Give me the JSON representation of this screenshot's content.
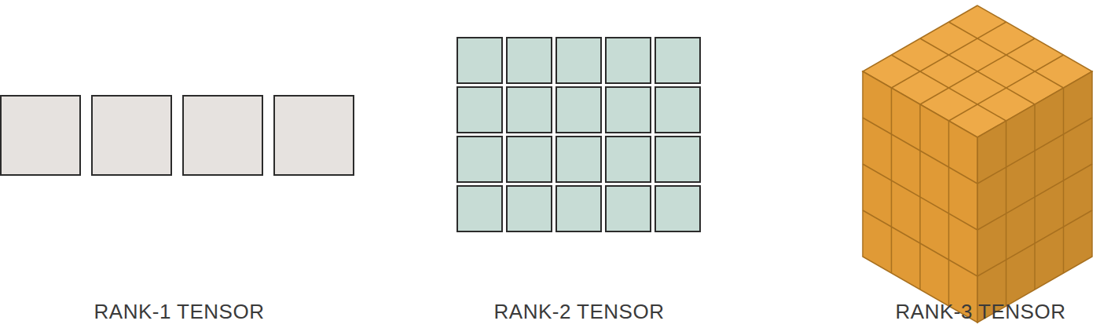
{
  "diagram": {
    "labels": [
      "RANK-1 TENSOR",
      "RANK-2 TENSOR",
      "RANK-3 TENSOR"
    ]
  }
}
